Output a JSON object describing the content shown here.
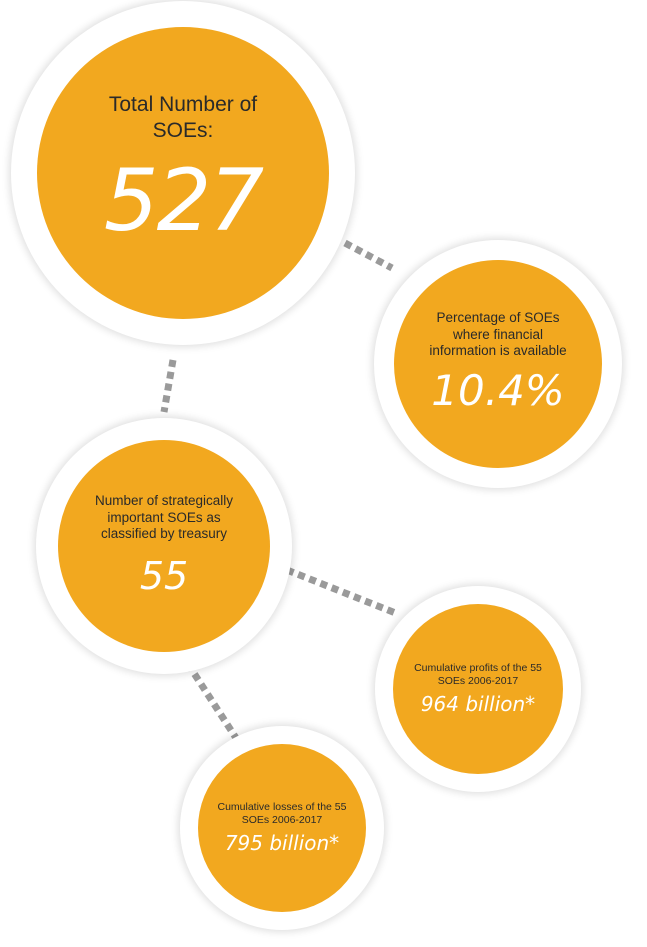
{
  "colors": {
    "accent": "#f2a81f",
    "ring": "#ffffff",
    "connector": "#9a9a9a",
    "label_text": "#2a2a2a",
    "value_text": "#ffffff"
  },
  "bubbles": {
    "total": {
      "label": "Total Number of SOEs:",
      "value": "527"
    },
    "percentage": {
      "label": "Percentage of SOEs where financial information is available",
      "value": "10.4%"
    },
    "strategic": {
      "label": "Number of strategically important SOEs as classified by treasury",
      "value": "55"
    },
    "profits": {
      "label": "Cumulative profits of the 55 SOEs 2006-2017",
      "value": "964 billion*"
    },
    "losses": {
      "label": "Cumulative losses of the 55 SOEs 2006-2017",
      "value": "795 billion*"
    }
  }
}
